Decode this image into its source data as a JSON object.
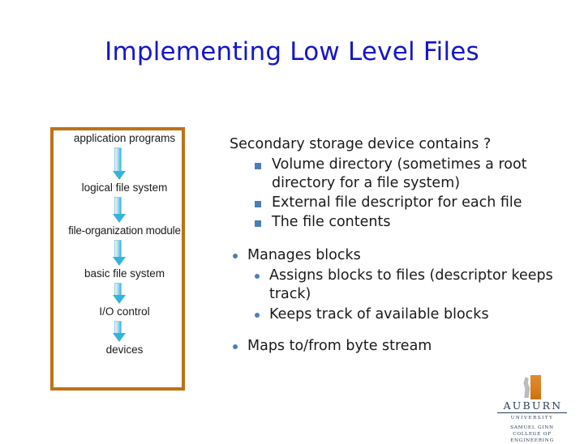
{
  "slide": {
    "title": "Implementing Low Level Files",
    "title_color": "#1616C8",
    "background_color": "#FFFFFF"
  },
  "diagram": {
    "name": "file-system-layer-stack",
    "border_color": "#BD7217",
    "arrow_color": "#34B4DC",
    "layers": [
      {
        "label": "application programs"
      },
      {
        "label": "logical file system"
      },
      {
        "label": "file-organization module"
      },
      {
        "label": "basic file system"
      },
      {
        "label": "I/O control"
      },
      {
        "label": "devices"
      }
    ]
  },
  "body": {
    "lead": "Secondary storage device contains ?",
    "square_bullet_color": "#4A7EBB",
    "round_bullet_color": "#4A7EBB",
    "contains_items": [
      "Volume directory (sometimes a root directory for a file system)",
      "External file descriptor for each file",
      "The file contents"
    ],
    "manages": {
      "label": "Manages blocks",
      "sub_items": [
        "Assigns blocks to files (descriptor keeps track)",
        "Keeps track of available blocks"
      ]
    },
    "maps": "Maps to/from byte stream"
  },
  "logo": {
    "wordmark": "AUBURN",
    "sub": "UNIVERSITY",
    "college_line1": "SAMUEL GINN",
    "college_line2": "COLLEGE OF ENGINEERING",
    "mark_color": "#D97F1E",
    "text_color": "#2B3E55"
  }
}
